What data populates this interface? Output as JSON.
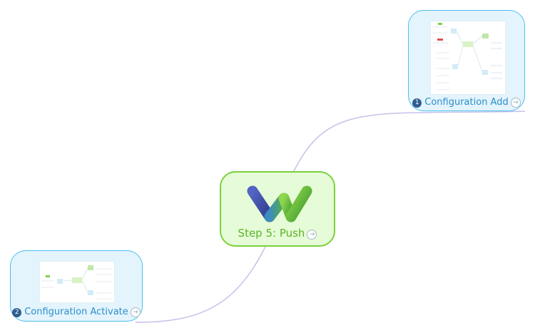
{
  "central": {
    "label": "Step 5: Push",
    "logo_icon": "w-logo-icon"
  },
  "topics": [
    {
      "number": "1",
      "badge": "❶",
      "label": "Configuration Add"
    },
    {
      "number": "2",
      "badge": "❷",
      "label": "Configuration Activate"
    }
  ],
  "icons": {
    "link": "→"
  },
  "colors": {
    "central_fill": "#e6fbd7",
    "central_border": "#79d23f",
    "central_text": "#5ab52a",
    "topic_fill": "#e3f4fd",
    "topic_border": "#48c0ee",
    "topic_text": "#2c8ec9",
    "connector": "#c9c0ea",
    "badge": "#2f5d8f",
    "logo_blue": "#3c4ea3",
    "logo_green": "#5cb33a"
  }
}
